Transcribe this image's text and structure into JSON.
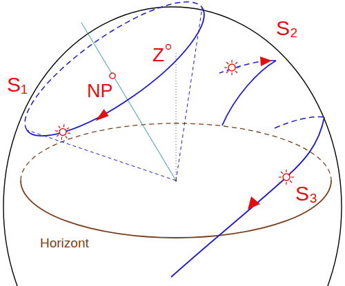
{
  "diagram": {
    "labels": [
      "S₁",
      "NP",
      "Z",
      "S₂",
      "S₃",
      "Horizont"
    ]
  }
}
